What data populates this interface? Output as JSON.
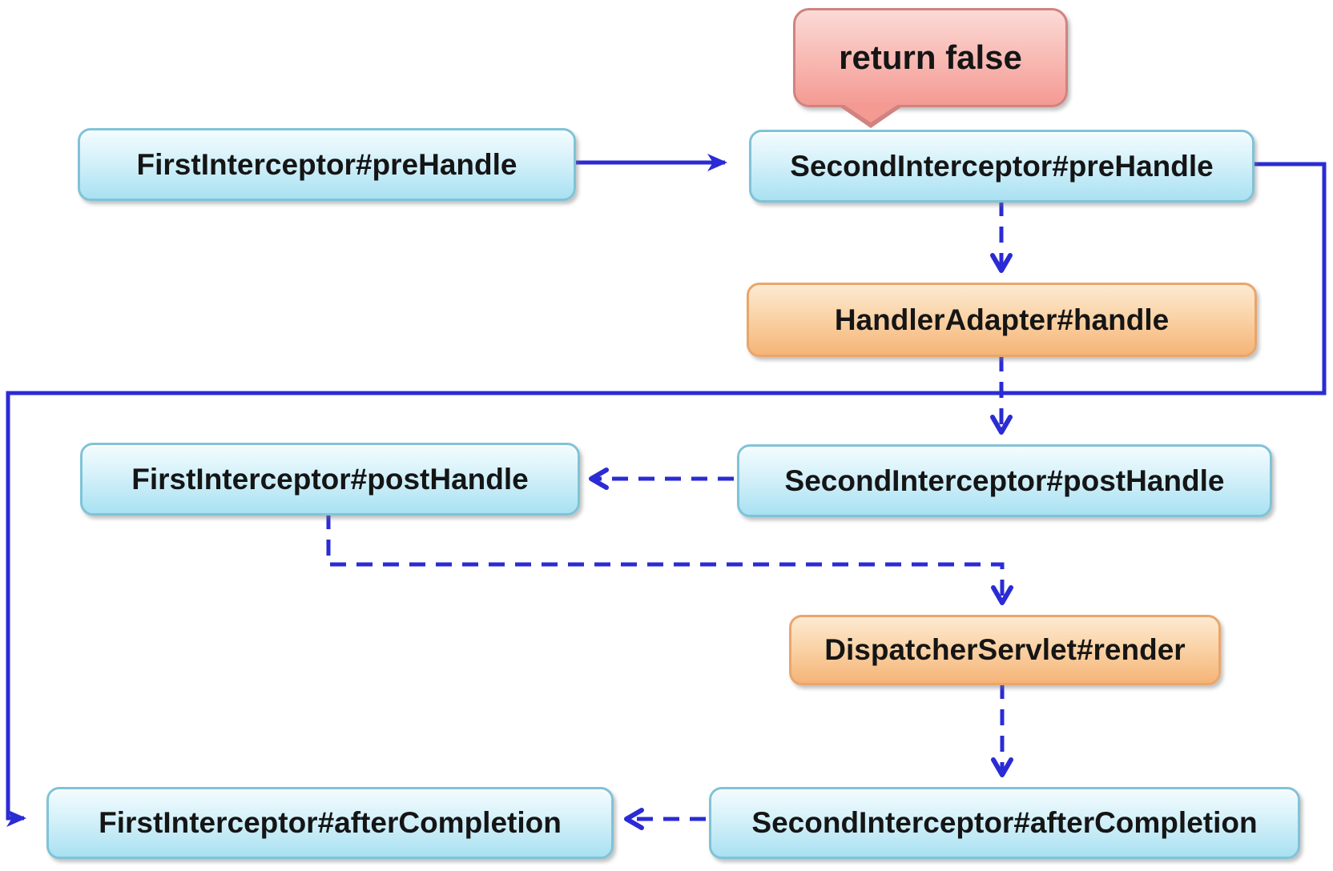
{
  "diagram": {
    "callout": {
      "label": "return false",
      "attached_to": "second_prehandle"
    },
    "nodes": {
      "first_prehandle": {
        "label": "FirstInterceptor#preHandle",
        "type": "blue"
      },
      "second_prehandle": {
        "label": "SecondInterceptor#preHandle",
        "type": "blue"
      },
      "handler_adapter": {
        "label": "HandlerAdapter#handle",
        "type": "orange"
      },
      "first_posthandle": {
        "label": "FirstInterceptor#postHandle",
        "type": "blue"
      },
      "second_posthandle": {
        "label": "SecondInterceptor#postHandle",
        "type": "blue"
      },
      "dispatcher_render": {
        "label": "DispatcherServlet#render",
        "type": "orange"
      },
      "first_aftercompletion": {
        "label": "FirstInterceptor#afterCompletion",
        "type": "blue"
      },
      "second_aftercompletion": {
        "label": "SecondInterceptor#afterCompletion",
        "type": "blue"
      }
    },
    "edges": [
      {
        "from": "first_prehandle",
        "to": "second_prehandle",
        "style": "solid"
      },
      {
        "from": "second_prehandle",
        "to": "handler_adapter",
        "style": "dashed"
      },
      {
        "from": "handler_adapter",
        "to": "second_posthandle",
        "style": "dashed"
      },
      {
        "from": "second_posthandle",
        "to": "first_posthandle",
        "style": "dashed"
      },
      {
        "from": "first_posthandle",
        "to": "dispatcher_render",
        "style": "dashed"
      },
      {
        "from": "dispatcher_render",
        "to": "second_aftercompletion",
        "style": "dashed"
      },
      {
        "from": "second_aftercompletion",
        "to": "first_aftercompletion",
        "style": "dashed"
      },
      {
        "from": "second_prehandle",
        "to": "first_aftercompletion",
        "style": "solid"
      }
    ],
    "colors": {
      "arrow_blue": "#2b2bd5",
      "blue_border": "#7fc3d8",
      "blue_fill": "#a9e1f2",
      "orange_border": "#e9a66b",
      "orange_fill": "#f5b478",
      "pink_border": "#d08380",
      "pink_fill": "#f49a93",
      "text": "#151515"
    }
  }
}
